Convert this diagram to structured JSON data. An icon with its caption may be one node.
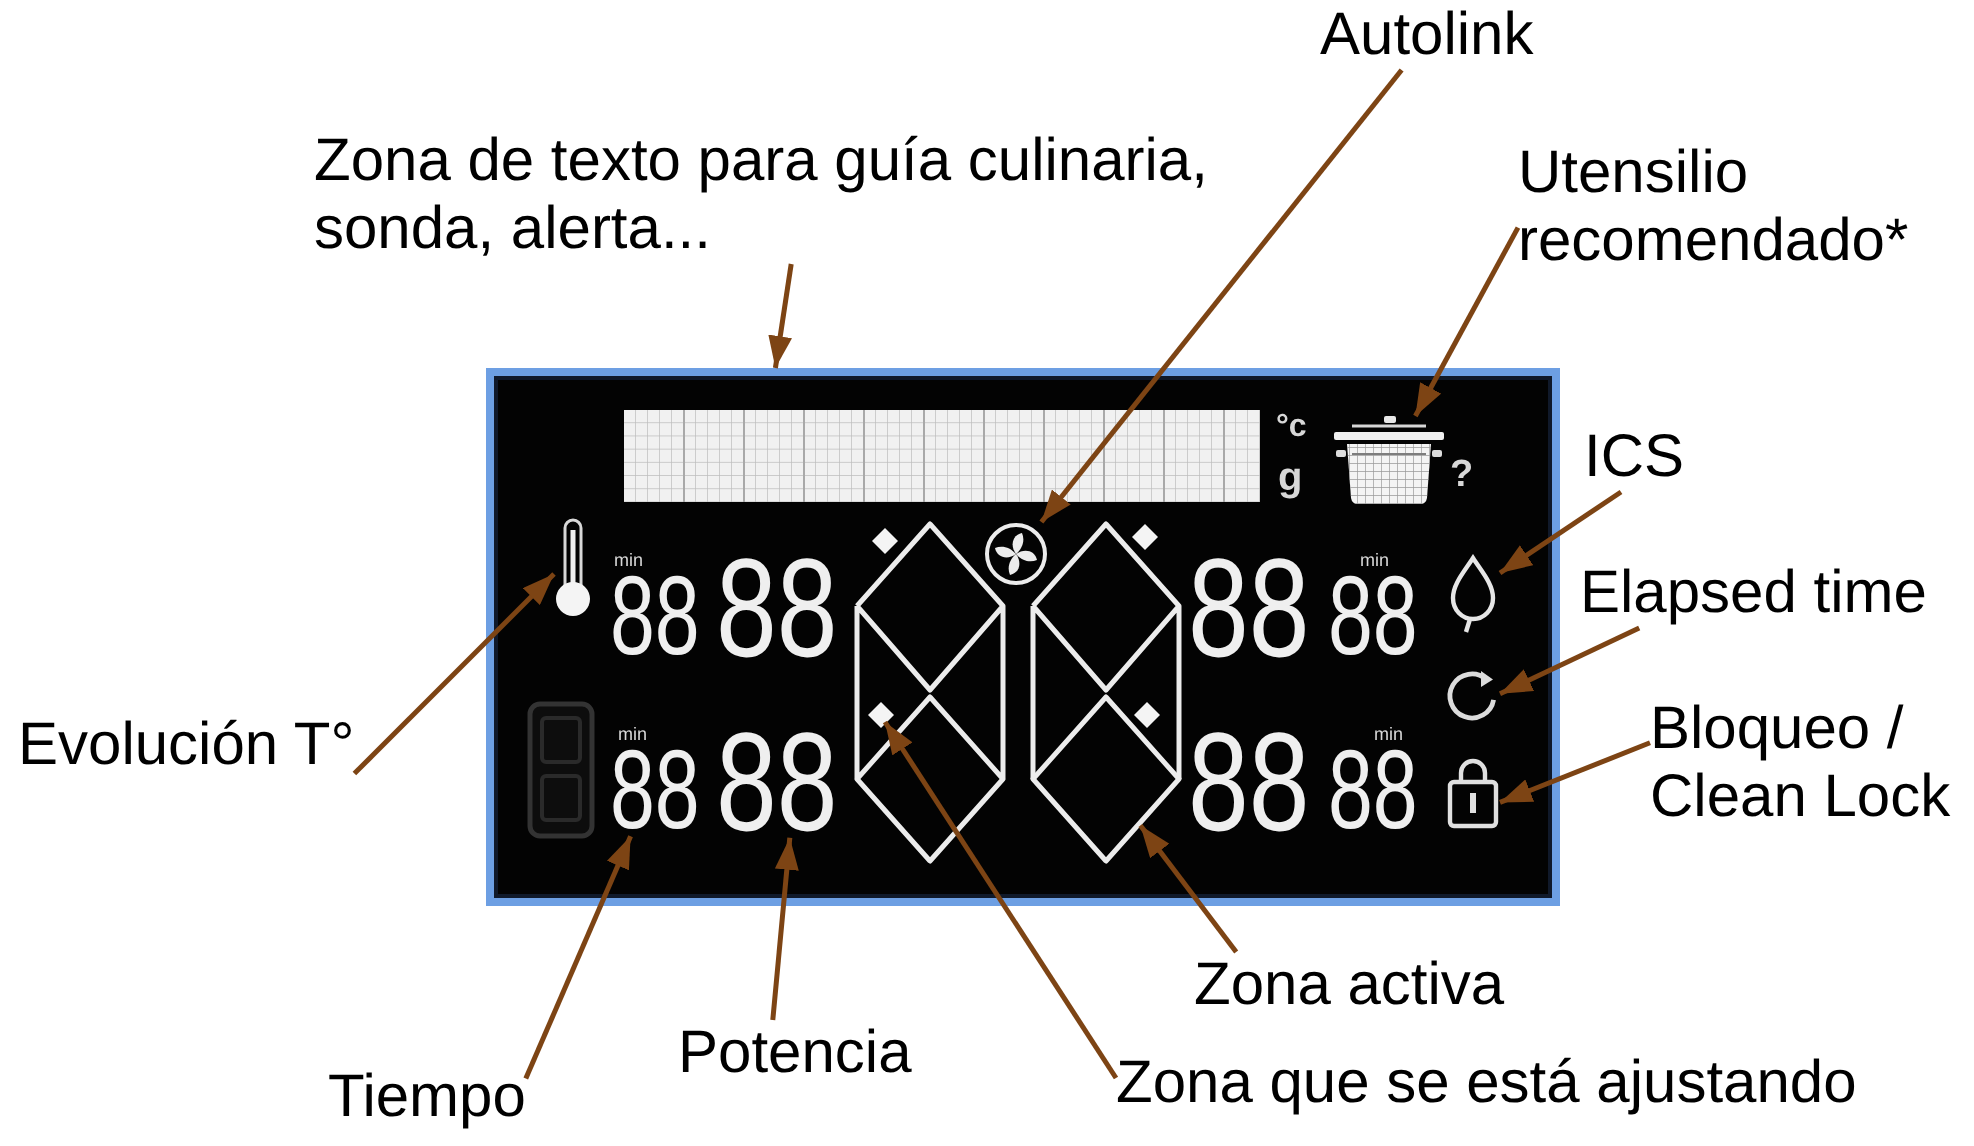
{
  "diagram": {
    "nodes": [
      {
        "text": [
          "Autolink"
        ]
      },
      {
        "text": [
          "Zona de texto para guía culinaria, sonda, alerta..."
        ]
      },
      {
        "text": [
          "Utensilio recomendado*"
        ]
      },
      {
        "text": [
          "ICS"
        ]
      },
      {
        "text": [
          "Elapsed time"
        ]
      },
      {
        "text": [
          "Evolución T°"
        ]
      },
      {
        "text": [
          "Bloqueo / Clean Lock"
        ]
      },
      {
        "text": [
          "Zona activa"
        ]
      },
      {
        "text": [
          "Potencia"
        ]
      },
      {
        "text": [
          "Zona que se está ajustando"
        ]
      },
      {
        "text": [
          "Tiempo"
        ]
      },
      {
        "text": [],
        "shape": "box"
      },
      {
        "text": [],
        "shape": "picture",
        "in": 11
      },
      {
        "text": [],
        "shape": "picture",
        "in": 11
      },
      {
        "text": [],
        "shape": "picture",
        "in": 11
      },
      {
        "text": [],
        "shape": "picture",
        "in": 11
      },
      {
        "text": [],
        "shape": "picture",
        "in": 11
      },
      {
        "text": [],
        "shape": "diamond",
        "in": 11
      },
      {
        "text": [
          "88"
        ],
        "beside": [
          "min"
        ],
        "in": 11
      },
      {
        "text": [
          "88"
        ],
        "in": 11
      },
      {
        "text": [],
        "shape": "diamond",
        "in": 11
      },
      {
        "text": [],
        "shape": "picture",
        "in": 11
      }
    ],
    "edges": [
      {
        "from": 0,
        "to": 14,
        "arrow": "to"
      },
      {
        "from": 1,
        "to": 11,
        "arrow": "to"
      },
      {
        "from": 2,
        "to": 12,
        "arrow": "to"
      },
      {
        "from": 3,
        "to": 15,
        "arrow": "to"
      },
      {
        "from": 4,
        "to": 16,
        "arrow": "to"
      },
      {
        "from": 5,
        "to": 13,
        "arrow": "to"
      },
      {
        "from": 6,
        "to": 21,
        "arrow": "to"
      },
      {
        "from": 7,
        "to": 20,
        "arrow": "to"
      },
      {
        "from": 8,
        "to": 19,
        "arrow": "to"
      },
      {
        "from": 9,
        "to": 17,
        "arrow": "to"
      },
      {
        "from": 10,
        "to": 18,
        "arrow": "to"
      }
    ],
    "labels": [
      "°c",
      "g",
      "?",
      "min",
      "88",
      "88",
      "88",
      "min",
      "88",
      "88",
      "min",
      "88"
    ]
  }
}
